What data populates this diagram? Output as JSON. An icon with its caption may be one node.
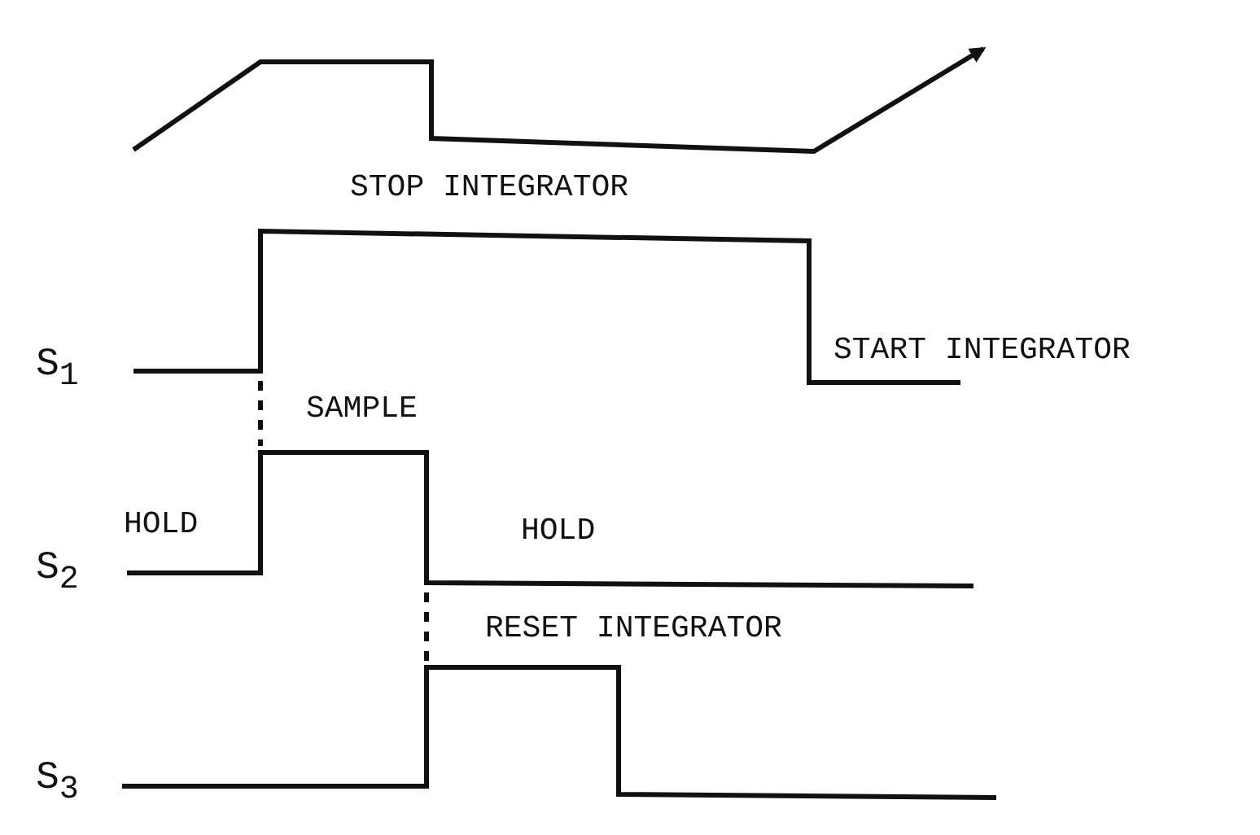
{
  "diagram": {
    "labels": [
      "STOP INTEGRATOR",
      "S$_{1}$",
      "START INTEGRATOR",
      "SAMPLE",
      "HOLD",
      "HOLD",
      "S$_{2}$",
      "RESET INTEGRATOR",
      "S$_{3}$"
    ]
  }
}
